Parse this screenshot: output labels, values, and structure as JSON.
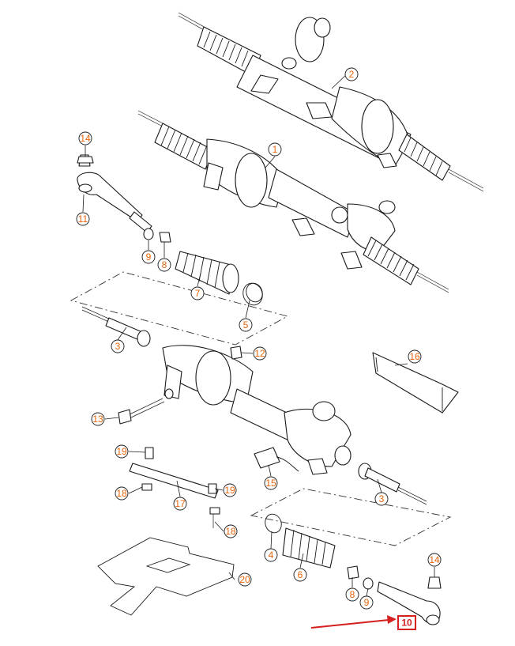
{
  "callouts": {
    "c1": "1",
    "c2": "2",
    "c3a": "3",
    "c3b": "3",
    "c4": "4",
    "c5": "5",
    "c6": "6",
    "c7": "7",
    "c8a": "8",
    "c8b": "8",
    "c9a": "9",
    "c9b": "9",
    "c10": "10",
    "c11": "11",
    "c12": "12",
    "c13": "13",
    "c14a": "14",
    "c14b": "14",
    "c15": "15",
    "c16": "16",
    "c17": "17",
    "c18a": "18",
    "c18b": "18",
    "c19a": "19",
    "c19b": "19",
    "c20": "20"
  },
  "colors": {
    "callout_text": "#e8640a",
    "highlight": "#d61f1f",
    "line": "#1a1a1a"
  }
}
